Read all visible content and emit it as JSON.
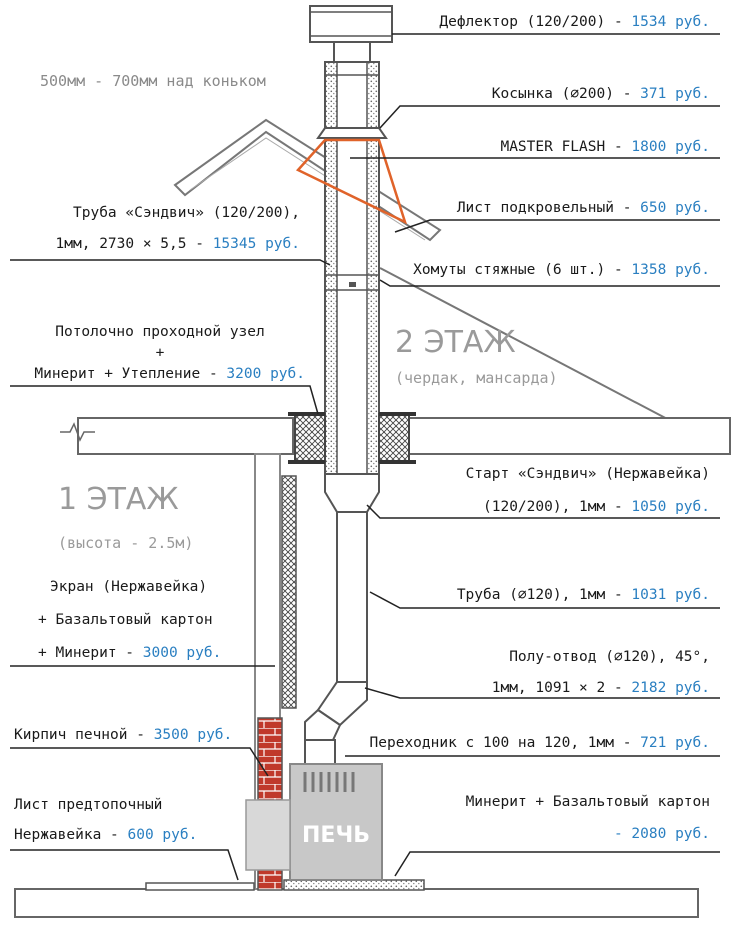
{
  "note": "500мм - 700мм над коньком",
  "floors": {
    "second": {
      "title": "2 ЭТАЖ",
      "subtitle": "(чердак, мансарда)"
    },
    "first": {
      "title": "1 ЭТАЖ",
      "subtitle": "(высота - 2.5м)"
    }
  },
  "stove_label": "ПЕЧЬ",
  "colors": {
    "price": "#2a7fc1",
    "flashing": "#e0632a",
    "brick": "#c0392b"
  },
  "labels": {
    "deflector": {
      "text": "Дефлектор (120/200) - ",
      "price": "1534 руб."
    },
    "kosynka": {
      "text": "Косынка (∅200) - ",
      "price": "371 руб."
    },
    "masterflash": {
      "text": "MASTER FLASH - ",
      "price": "1800 руб."
    },
    "underroof": {
      "text": "Лист подкровельный - ",
      "price": "650 руб."
    },
    "clamps": {
      "text": "Хомуты стяжные (6 шт.) - ",
      "price": "1358 руб."
    },
    "sandwich": {
      "line1": "Труба «Сэндвич» (120/200),",
      "line2": "1мм, 2730 × 5,5 - ",
      "price": "15345 руб."
    },
    "ceiling": {
      "line1": "Потолочно проходной узел",
      "line2": "+",
      "line3": "Минерит + Утепление - ",
      "price": "3200 руб."
    },
    "start": {
      "line1": "Старт «Сэндвич» (Нержавейка)",
      "line2": "(120/200), 1мм - ",
      "price": "1050 руб."
    },
    "screen": {
      "line1": "Экран (Нержавейка)",
      "line2": "+ Базальтовый картон",
      "line3": "+ Минерит - ",
      "price": "3000 руб."
    },
    "pipe": {
      "text": "Труба (∅120), 1мм - ",
      "price": "1031 руб."
    },
    "halfbend": {
      "line1": "Полу-отвод (∅120), 45°,",
      "line2": "1мм, 1091 × 2 - ",
      "price": "2182 руб."
    },
    "brick": {
      "text": "Кирпич печной - ",
      "price": "3500 руб."
    },
    "adapter": {
      "text": "Переходник с 100 на 120, 1мм - ",
      "price": "721 руб."
    },
    "prefurnace": {
      "line1": "Лист предтопочный",
      "line2": "Нержавейка - ",
      "price": "600 руб."
    },
    "minerite": {
      "line1": "Минерит + Базальтовый картон",
      "price": "- 2080 руб."
    }
  }
}
